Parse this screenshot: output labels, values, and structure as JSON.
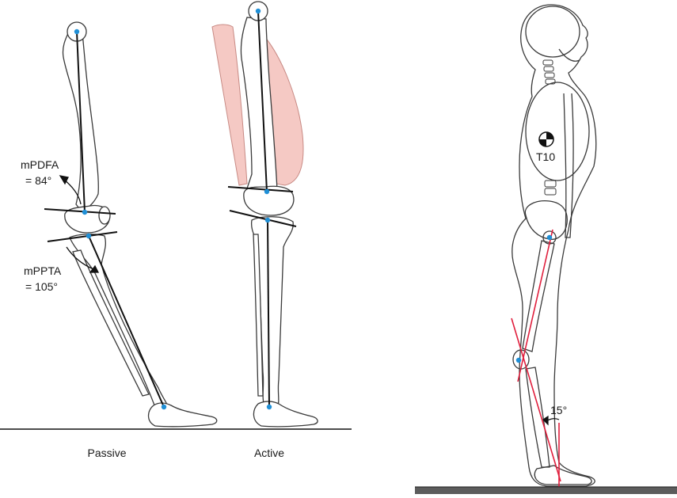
{
  "labels": {
    "mpdfa_name": "mPDFA",
    "mpdfa_value": "= 84°",
    "mppta_name": "mPPTA",
    "mppta_value": "= 105°",
    "passive": "Passive",
    "active": "Active",
    "t10": "T10",
    "angle_15": "15°"
  },
  "colors": {
    "bone_outline": "#3a3a3a",
    "axis_line": "#111111",
    "joint_marker": "#1f8fd6",
    "muscle_fill": "#f5c9c4",
    "muscle_stroke": "#c88a84",
    "alignment_line": "#e01f3d",
    "floor": "#5c5c5c"
  },
  "icons": {
    "center_of_mass": "center-of-mass-icon"
  }
}
